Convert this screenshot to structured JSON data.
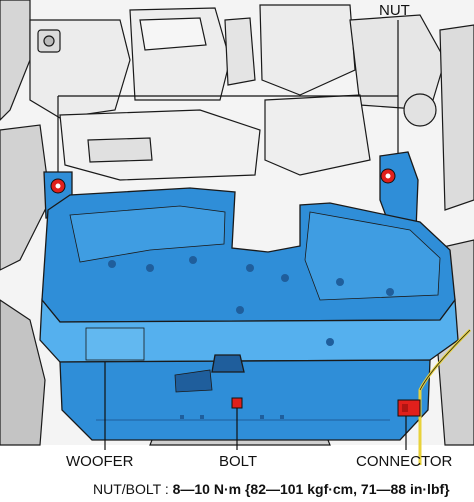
{
  "colors": {
    "woofer_fill": "#2f8ed8",
    "woofer_dark": "#1f5e9c",
    "woofer_light": "#55b0ee",
    "accent_red": "#e0201c",
    "harness_yellow": "#e8d23a",
    "background_parts": "#e9e9e9",
    "outline": "#1a1a1a"
  },
  "labels": {
    "nut": "NUT",
    "woofer": "WOOFER",
    "bolt": "BOLT",
    "connector": "CONNECTOR"
  },
  "torque": {
    "prefix": "NUT/BOLT : ",
    "value": "8—10 N·m {82—101 kgf·cm, 71—88 in·lbf}"
  }
}
